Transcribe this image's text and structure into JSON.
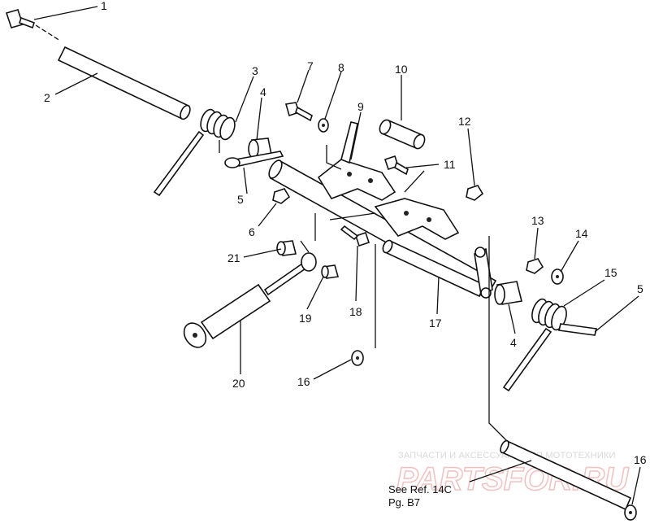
{
  "diagram": {
    "type": "exploded parts diagram",
    "callouts": [
      "1",
      "2",
      "3",
      "4",
      "5",
      "6",
      "7",
      "8",
      "9",
      "10",
      "11",
      "12",
      "13",
      "14",
      "15",
      "5",
      "4",
      "17",
      "18",
      "19",
      "20",
      "21",
      "16",
      "16"
    ],
    "reference_note": {
      "line1": "See Ref. 14C",
      "line2": "Pg. B7"
    },
    "watermark": {
      "caption": "ЗАПЧАСТИ И АКСЕССУАРЫ ДЛЯ МОТОТЕХНИКИ",
      "brand": "PARTSFOR.RU"
    },
    "colors": {
      "ink": "#111111",
      "watermark_brand": "#f1c4c4",
      "watermark_caption": "#d9d9d9"
    }
  }
}
